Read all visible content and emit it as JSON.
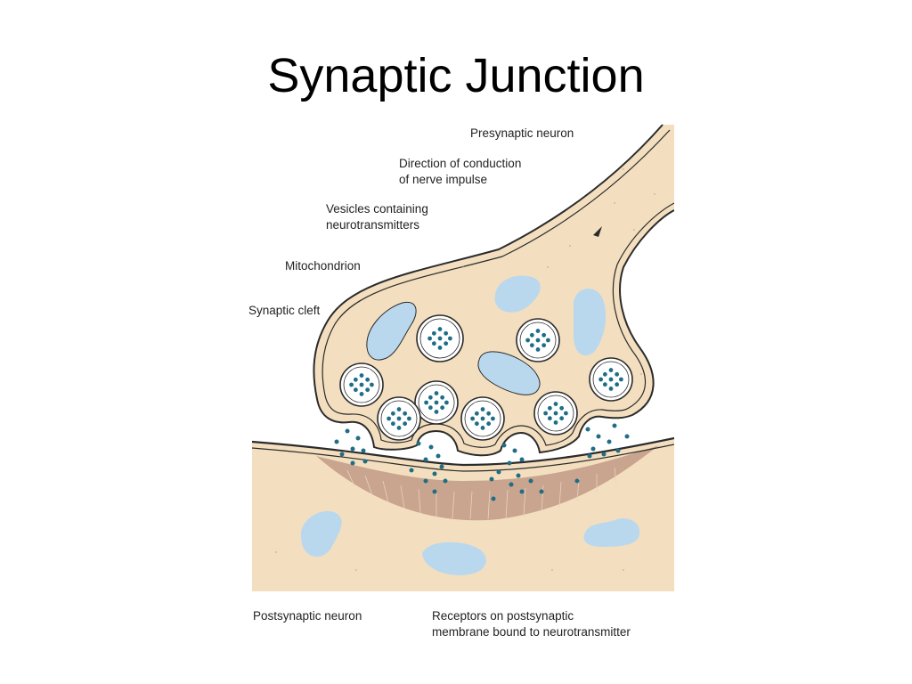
{
  "title": "Synaptic Junction",
  "labels": {
    "presynaptic_neuron": "Presynaptic neuron",
    "direction_line1": "Direction of conduction",
    "direction_line2": "of nerve impulse",
    "vesicles_line1": "Vesicles containing",
    "vesicles_line2": "neurotransmitters",
    "mitochondrion": "Mitochondrion",
    "synaptic_cleft": "Synaptic cleft",
    "postsynaptic_neuron": "Postsynaptic neuron",
    "receptors_line1": "Receptors on postsynaptic",
    "receptors_line2": "membrane bound to neurotransmitter"
  },
  "colors": {
    "cytoplasm": "#f3dfbf",
    "membrane": "#2b2b2b",
    "mitochondrion": "#b9d8ee",
    "vesicle_fill": "#ffffff",
    "neurotransmitter": "#1f6e86",
    "receptor_band": "#c9a48e"
  }
}
